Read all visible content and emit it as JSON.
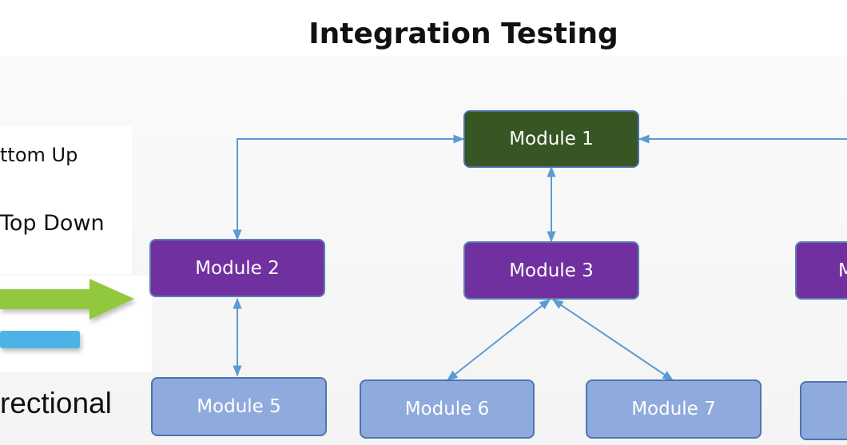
{
  "title": "Integration Testing",
  "legend": {
    "bottom_up": "ttom Up",
    "top_down": "Top Down",
    "bidirectional": "rectional"
  },
  "colors": {
    "top_module": "#375623",
    "mid_module": "#7030a0",
    "leaf_module": "#8faadc",
    "connector": "#5b9bd5",
    "green_arrow": "#92c83e",
    "blue_bar": "#4db3e6"
  },
  "modules": {
    "m1": "Module 1",
    "m2": "Module 2",
    "m3": "Module 3",
    "m4": "M",
    "m5": "Module 5",
    "m6": "Module 6",
    "m7": "Module 7",
    "m8": ""
  }
}
